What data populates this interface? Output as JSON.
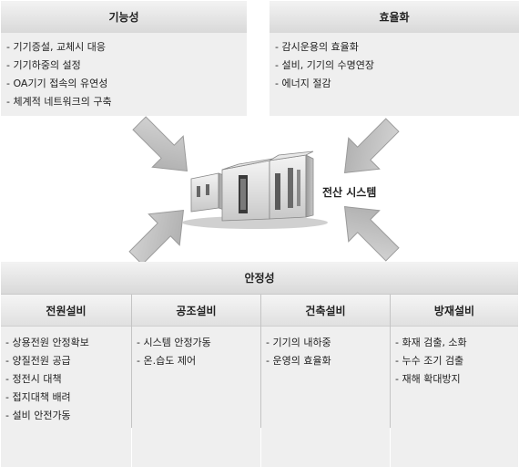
{
  "functionality": {
    "title": "기능성",
    "items": [
      "- 기기증설, 교체시 대응",
      "- 기기하중의 설정",
      "- OA기기 접속의 유연성",
      "- 체계적 네트워크의 구축"
    ]
  },
  "efficiency": {
    "title": "효율화",
    "items": [
      "- 감시운용의 효율화",
      "- 설비, 기기의 수명연장",
      "- 에너지 절감"
    ]
  },
  "center": {
    "label": "전산 시스템"
  },
  "stability": {
    "title": "안정성",
    "columns": [
      {
        "title": "전원설비",
        "items": [
          "- 상용전원 안정확보",
          "- 양질전원 공급",
          "- 정전시 대책",
          "- 접지대책 배려",
          "- 설비 안전가동"
        ]
      },
      {
        "title": "공조설비",
        "items": [
          "- 시스템 안정가동",
          "- 온.습도 제어"
        ]
      },
      {
        "title": "건축설비",
        "items": [
          "- 기기의 내하중",
          "- 운영의 효율화"
        ]
      },
      {
        "title": "방재설비",
        "items": [
          "- 화재 검출, 소화",
          "- 누수 조기 검출",
          "- 재해 확대방지"
        ]
      }
    ]
  }
}
